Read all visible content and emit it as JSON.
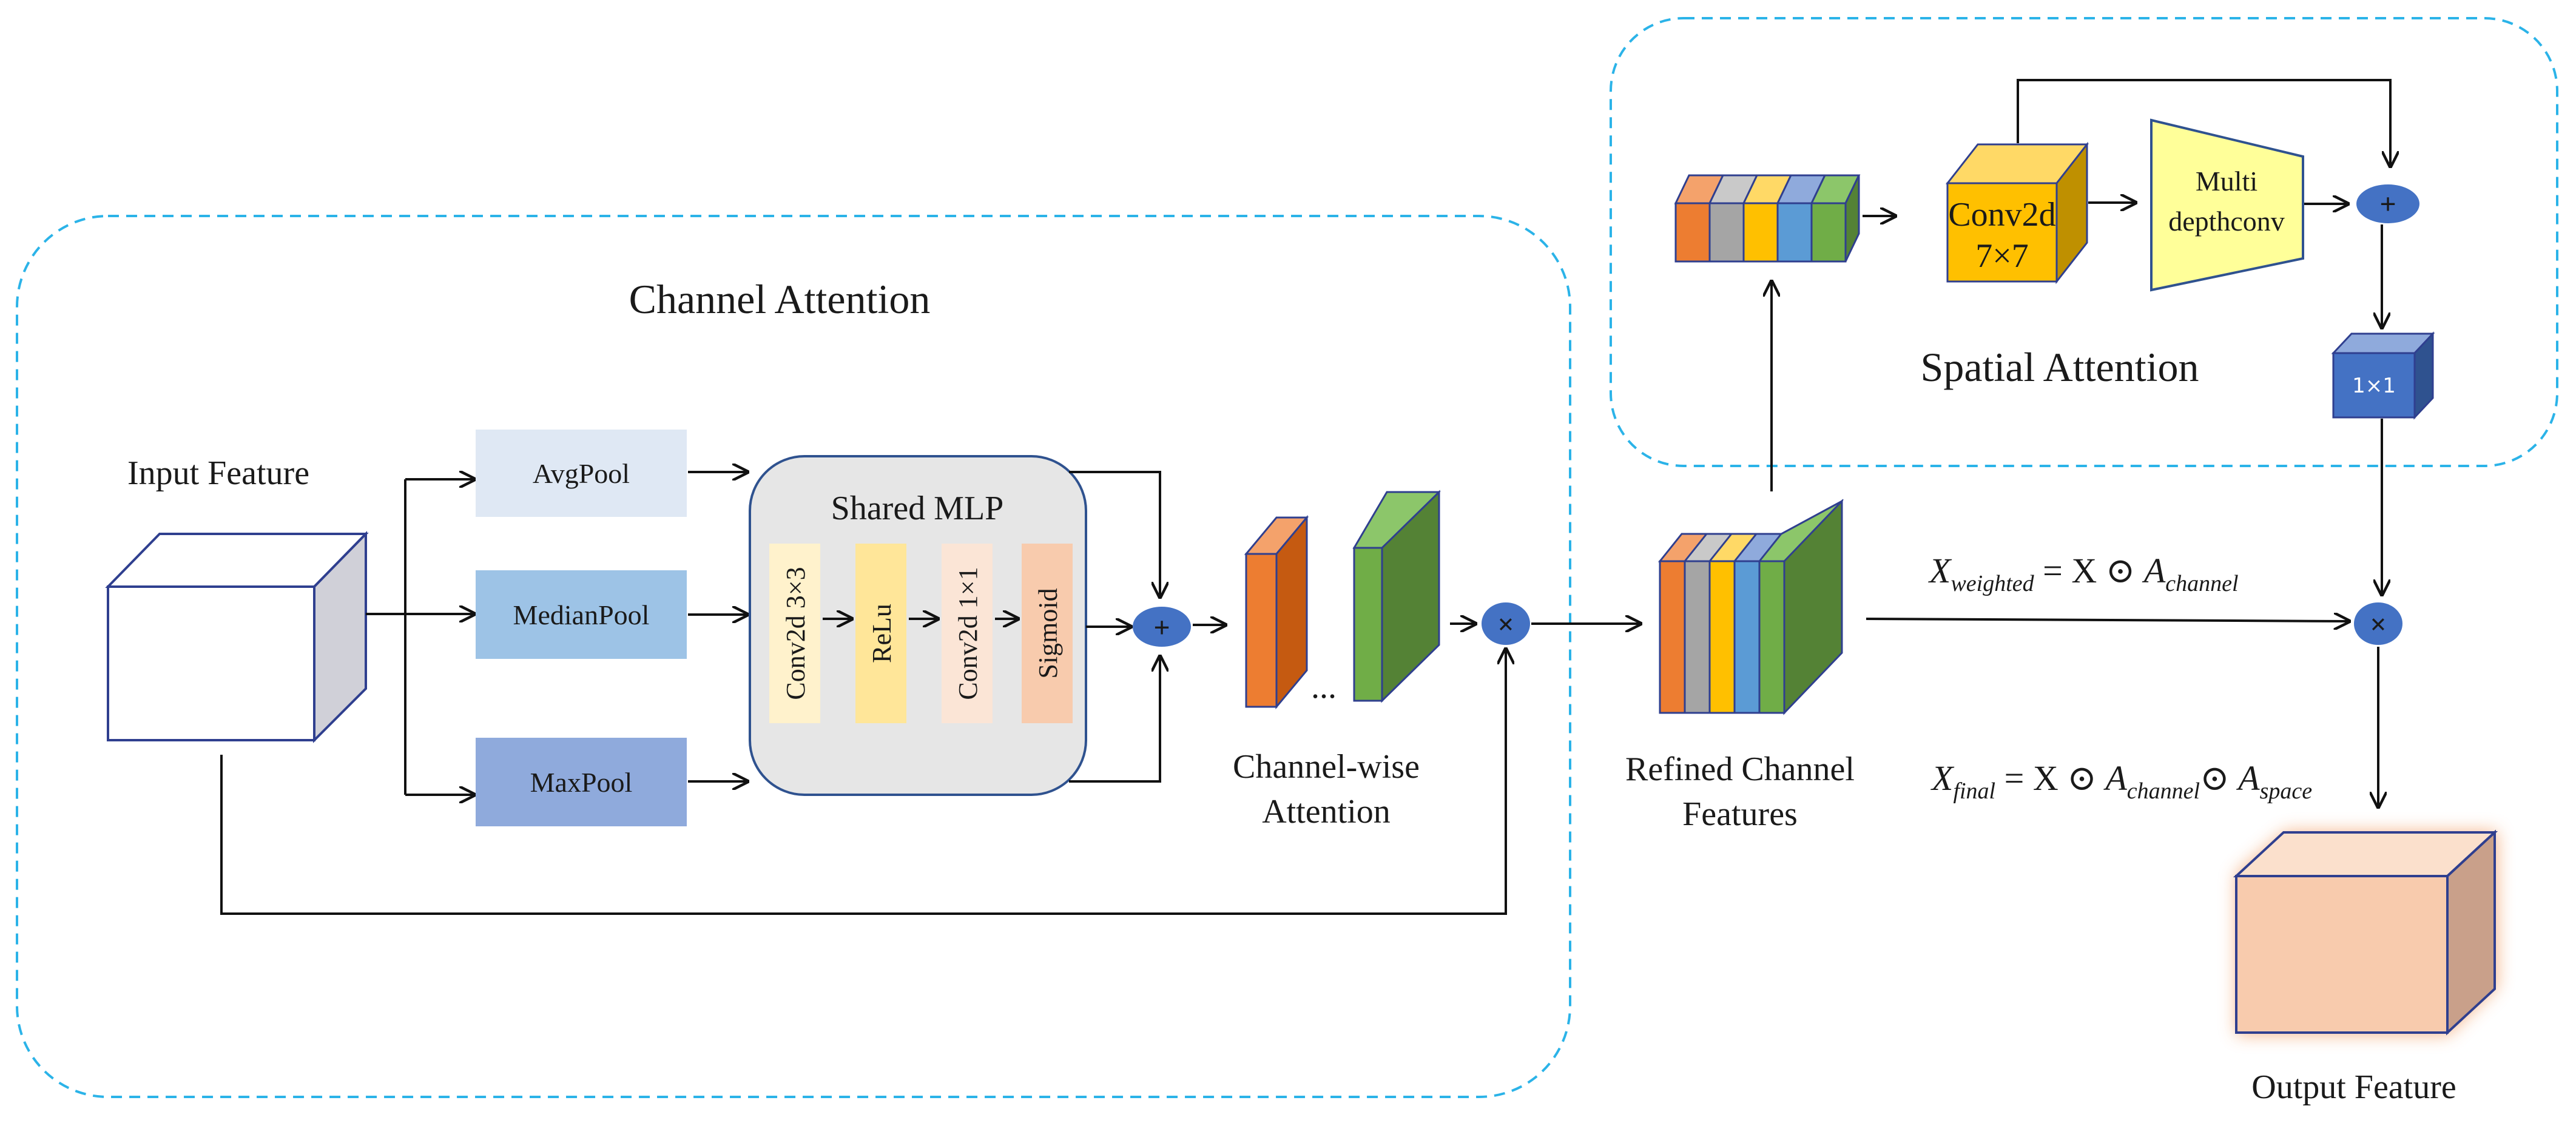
{
  "titles": {
    "channel_attention": "Channel Attention",
    "spatial_attention": "Spatial Attention"
  },
  "labels": {
    "input_feature": "Input Feature",
    "channel_wise_line1": "Channel-wise",
    "channel_wise_line2": "Attention",
    "refined_line1": "Refined Channel",
    "refined_line2": "Features",
    "output_feature": "Output Feature",
    "ellipsis": "..."
  },
  "pools": {
    "avg": "AvgPool",
    "median": "MedianPool",
    "max": "MaxPool"
  },
  "mlp": {
    "title": "Shared MLP",
    "conv1": "Conv2d 3×3",
    "relu": "ReLu",
    "conv2": "Conv2d 1×1",
    "sigmoid": "Sigmoid"
  },
  "spatial": {
    "conv_line1": "Conv2d",
    "conv_line2": "7×7",
    "multi_line1": "Multi",
    "multi_line2": "depthconv",
    "one_by_one": "1×1"
  },
  "operators": {
    "add": "+",
    "multiply": "×"
  },
  "formulas": {
    "weighted": {
      "lhs": "X",
      "lhs_sub": "weighted",
      "mid": " = X ⊙ ",
      "rhs": "A",
      "rhs_sub": "channel"
    },
    "final": {
      "lhs": "X",
      "lhs_sub": "final",
      "mid": " = X ⊙ ",
      "a1": "A",
      "a1_sub": "channel",
      "dot": "⊙ ",
      "a2": "A",
      "a2_sub": "space"
    }
  },
  "colors": {
    "dashed_border": "#2bb3e8",
    "avgpool": "#dfe8f4",
    "medianpool": "#9dc3e6",
    "maxpool": "#8faadc",
    "mlp_bg": "#e6e6e6",
    "mlp_border": "#2f528f",
    "conv1": "#fff2cc",
    "relu": "#ffe699",
    "conv2": "#fbe5d6",
    "sigmoid": "#f8cbad",
    "operator": "#4472c4",
    "orange": "#ed7d31",
    "gray": "#a5a5a5",
    "yellow": "#ffc000",
    "blue": "#5b9bd5",
    "green": "#70ad47",
    "conv7": "#ffc000",
    "multi_depth": "#ffff99",
    "one_by_one": "#4472c4",
    "output": "#f8cbad"
  }
}
